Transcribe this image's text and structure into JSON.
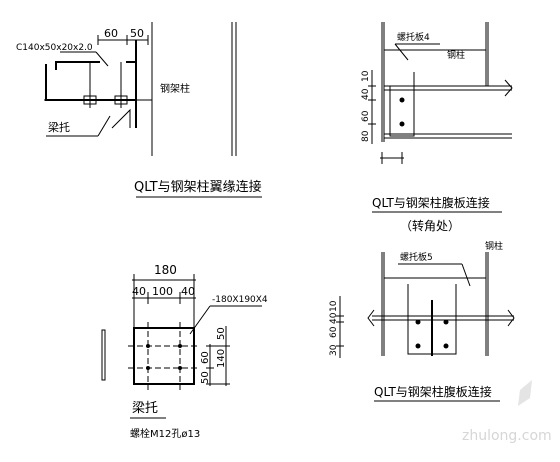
{
  "top_left": {
    "channel_label": "C140x50x20x2.0",
    "dim_60": "60",
    "dim_50": "50",
    "column_label": "钢架柱",
    "bracket_label": "梁托",
    "caption": "QLT与钢架柱翼缘连接"
  },
  "top_right": {
    "plate_label": "螺托板4",
    "column_label": "钢柱",
    "dim_10": "10",
    "dim_40": "40",
    "dim_60": "60",
    "dim_80": "80",
    "caption": "QLT与钢架柱腹板连接",
    "sub_caption": "（转角处）"
  },
  "bottom_left": {
    "dim_180": "180",
    "dim_40a": "40",
    "dim_100": "100",
    "dim_40b": "40",
    "plate_spec": "-180X190X4",
    "dim_60": "60",
    "dim_140": "140",
    "dim_50a": "50",
    "dim_50b": "50",
    "bracket_label": "梁托",
    "bolt_label": "螺栓M12孔ø13"
  },
  "bottom_right": {
    "plate_label": "螺托板5",
    "column_label": "钢柱",
    "dim_10": "10",
    "dim_40": "40",
    "dim_60": "60",
    "dim_30": "30",
    "caption": "QLT与钢架柱腹板连接"
  },
  "watermark": "zhulong.com"
}
